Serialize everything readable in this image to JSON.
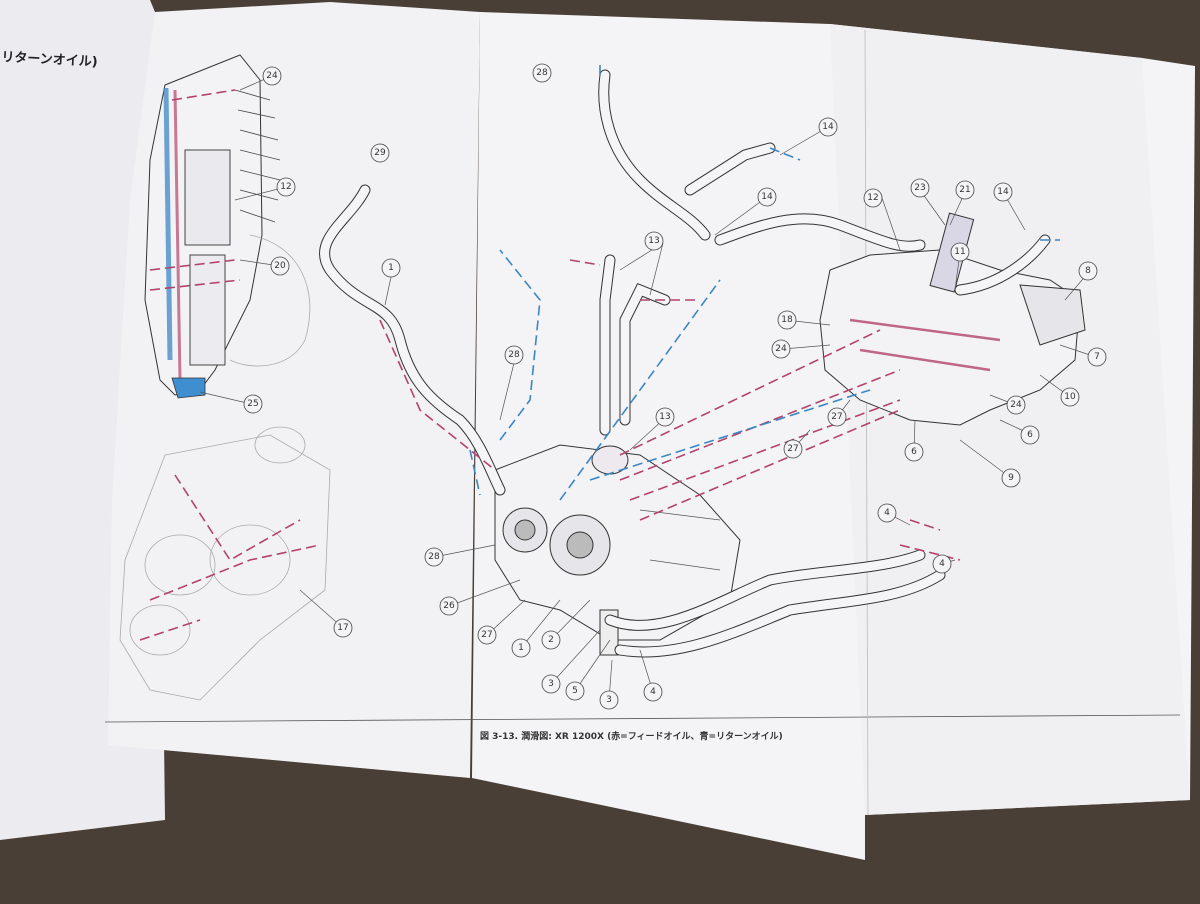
{
  "page": {
    "heading_fragment": "リターンオイル)",
    "caption": "図 3-13. 潤滑図: XR 1200X (赤=フィードオイル、青=リターンオイル)"
  },
  "colors": {
    "feed_oil": "#b3436a",
    "return_oil": "#3b86c6",
    "return_oil_fill": "#3f8fd0",
    "paper": "#f4f4f6",
    "background": "#4a3f37"
  },
  "diagram": {
    "callouts": [
      "1",
      "2",
      "3",
      "4",
      "5",
      "6",
      "7",
      "8",
      "9",
      "10",
      "11",
      "12",
      "13",
      "14",
      "17",
      "18",
      "20",
      "21",
      "23",
      "24",
      "25",
      "26",
      "27",
      "28",
      "29"
    ]
  }
}
